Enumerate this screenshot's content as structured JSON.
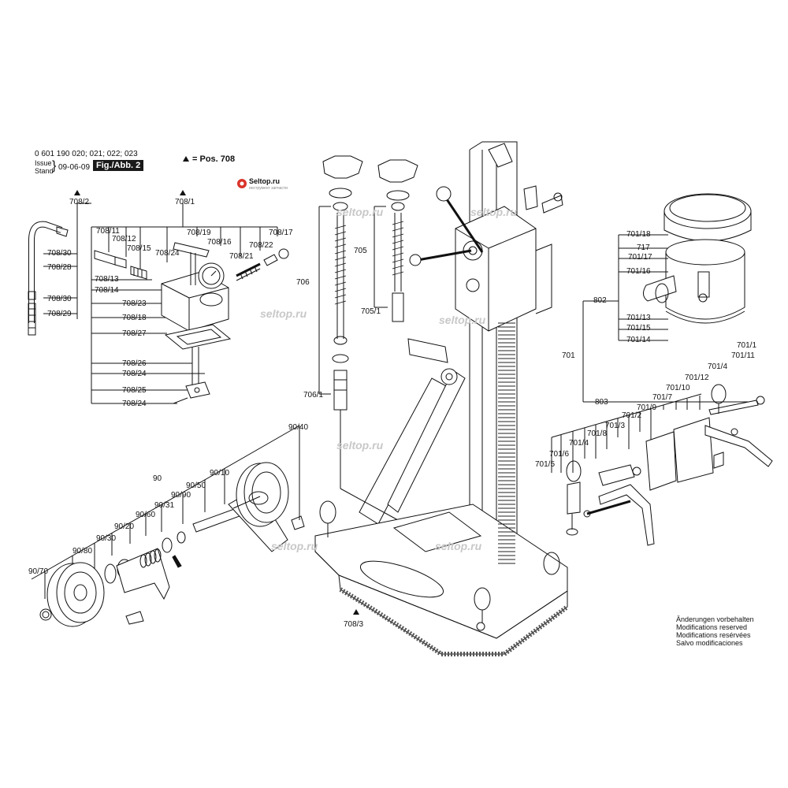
{
  "header": {
    "models": "0 601 190 020; 021; 022; 023",
    "issue_label_1": "Issue",
    "issue_label_2": "Stand",
    "issue_date": "09-06-09",
    "figure": "Fig./Abb. 2",
    "legend": "= Pos. 708"
  },
  "logo": {
    "text": "Seltop.ru",
    "tagline": "инструмент запчасти"
  },
  "watermark": "seltop.ru",
  "notes": [
    "Änderungen vorbehalten",
    "Modifications reserved",
    "Modifications resérvées",
    "Salvo modificaciones"
  ],
  "labels": {
    "p708_2": "708/2",
    "p708_1": "708/1",
    "p708_11": "708/11",
    "p708_12": "708/12",
    "p708_15": "708/15",
    "p708_24a": "708/24",
    "p708_19": "708/19",
    "p708_16": "708/16",
    "p708_21": "708/21",
    "p708_22": "708/22",
    "p708_17": "708/17",
    "p708_30a": "708/30",
    "p708_28": "708/28",
    "p708_30b": "708/30",
    "p708_29": "708/29",
    "p708_13": "708/13",
    "p708_14": "708/14",
    "p708_23": "708/23",
    "p708_18": "708/18",
    "p708_27": "708/27",
    "p708_26": "708/26",
    "p708_24b": "708/24",
    "p708_25": "708/25",
    "p708_24c": "708/24",
    "p706": "706",
    "p705": "705",
    "p705_1": "705/1",
    "p706_1": "706/1",
    "p701_18": "701/18",
    "p717": "717",
    "p701_17": "701/17",
    "p701_16": "701/16",
    "p802": "802",
    "p701_13": "701/13",
    "p701_15": "701/15",
    "p701_14": "701/14",
    "p701": "701",
    "p701_1": "701/1",
    "p701_11": "701/11",
    "p701_4a": "701/4",
    "p701_12": "701/12",
    "p701_10": "701/10",
    "p701_7": "701/7",
    "p803": "803",
    "p701_9": "701/9",
    "p701_2": "701/2",
    "p701_3": "701/3",
    "p701_8": "701/8",
    "p701_4b": "701/4",
    "p701_6": "701/6",
    "p701_5": "701/5",
    "p90_40": "90/40",
    "p90_10": "90/10",
    "p90": "90",
    "p90_50": "90/50",
    "p90_90": "90/90",
    "p90_31": "90/31",
    "p90_60": "90/60",
    "p90_20": "90/20",
    "p90_30": "90/30",
    "p90_80": "90/80",
    "p90_70": "90/70",
    "p708_3": "708/3"
  }
}
